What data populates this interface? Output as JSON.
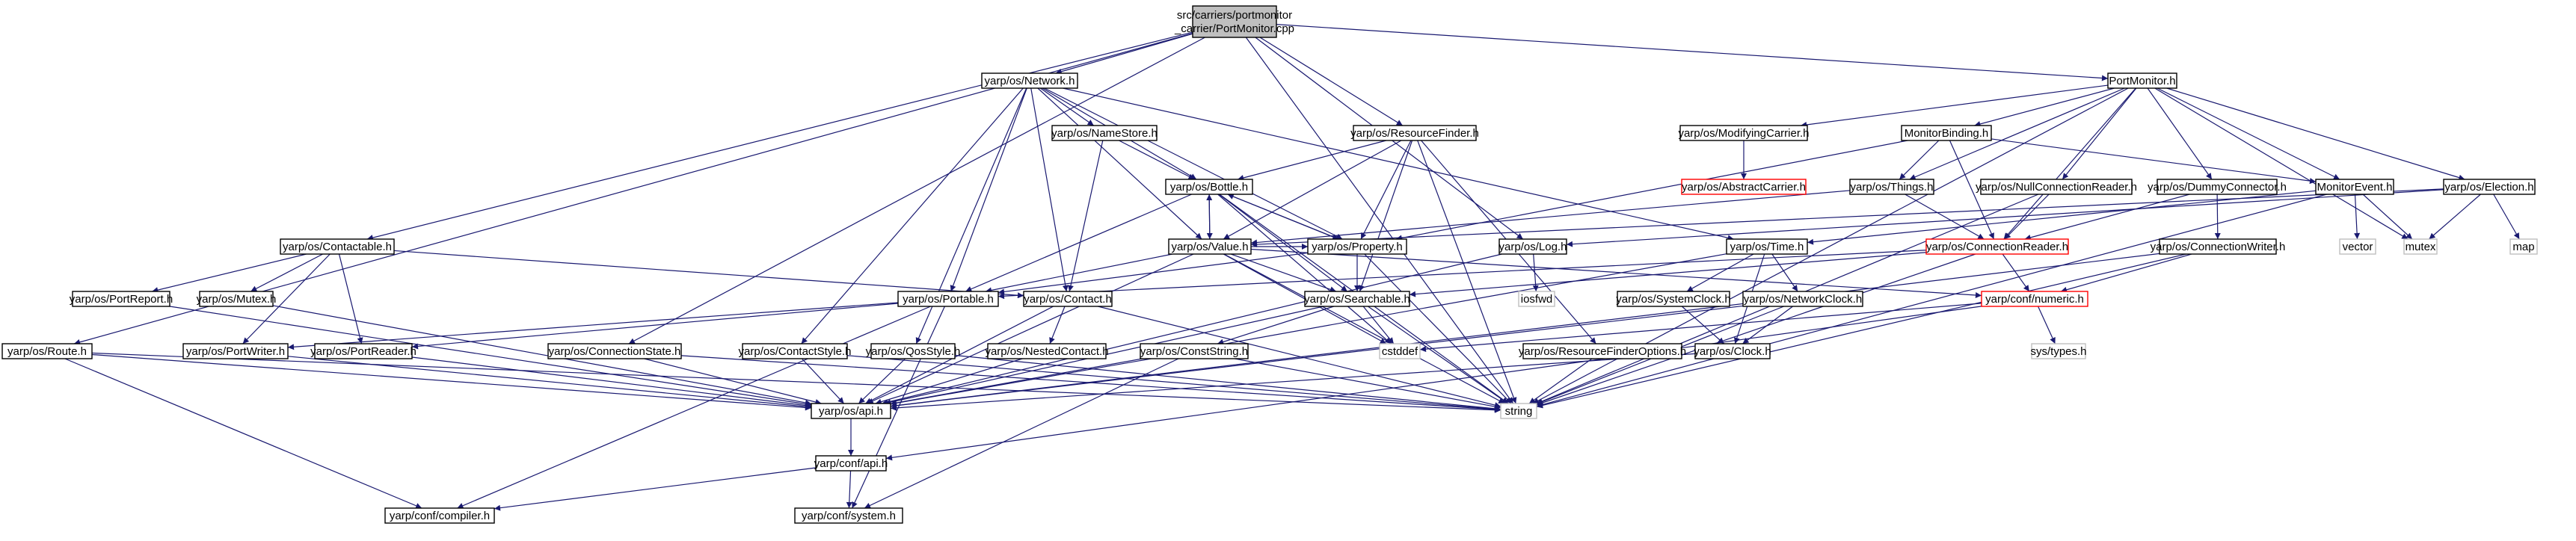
{
  "colors": {
    "edge": "#191970",
    "box_border": "#000000",
    "box_fill": "#ffffff",
    "root_fill": "#bfbfbf",
    "missing_border": "#ff0000",
    "external_border": "#bfbfbf"
  },
  "nodes": [
    {
      "id": "root",
      "lines": [
        "src/carriers/portmonitor",
        "_carrier/PortMonitor.cpp"
      ],
      "style": "root"
    },
    {
      "id": "network",
      "lines": [
        "yarp/os/Network.h"
      ],
      "style": "normal"
    },
    {
      "id": "portmonitor",
      "lines": [
        "PortMonitor.h"
      ],
      "style": "normal"
    },
    {
      "id": "namestore",
      "lines": [
        "yarp/os/NameStore.h"
      ],
      "style": "normal"
    },
    {
      "id": "resourcefinder",
      "lines": [
        "yarp/os/ResourceFinder.h"
      ],
      "style": "normal"
    },
    {
      "id": "modifyingcarrier",
      "lines": [
        "yarp/os/ModifyingCarrier.h"
      ],
      "style": "normal"
    },
    {
      "id": "monitorbinding",
      "lines": [
        "MonitorBinding.h"
      ],
      "style": "normal"
    },
    {
      "id": "abstractcarrier",
      "lines": [
        "yarp/os/AbstractCarrier.h"
      ],
      "style": "missing"
    },
    {
      "id": "things",
      "lines": [
        "yarp/os/Things.h"
      ],
      "style": "normal"
    },
    {
      "id": "nullconnreader",
      "lines": [
        "yarp/os/NullConnectionReader.h"
      ],
      "style": "normal"
    },
    {
      "id": "dummyconnector",
      "lines": [
        "yarp/os/DummyConnector.h"
      ],
      "style": "normal"
    },
    {
      "id": "monitorevent",
      "lines": [
        "MonitorEvent.h"
      ],
      "style": "normal"
    },
    {
      "id": "election",
      "lines": [
        "yarp/os/Election.h"
      ],
      "style": "normal"
    },
    {
      "id": "bottle",
      "lines": [
        "yarp/os/Bottle.h"
      ],
      "style": "normal"
    },
    {
      "id": "value",
      "lines": [
        "yarp/os/Value.h"
      ],
      "style": "normal"
    },
    {
      "id": "property",
      "lines": [
        "yarp/os/Property.h"
      ],
      "style": "normal"
    },
    {
      "id": "log",
      "lines": [
        "yarp/os/Log.h"
      ],
      "style": "normal"
    },
    {
      "id": "time",
      "lines": [
        "yarp/os/Time.h"
      ],
      "style": "normal"
    },
    {
      "id": "connreader",
      "lines": [
        "yarp/os/ConnectionReader.h"
      ],
      "style": "missing"
    },
    {
      "id": "connwriter",
      "lines": [
        "yarp/os/ConnectionWriter.h"
      ],
      "style": "normal"
    },
    {
      "id": "vector",
      "lines": [
        "vector"
      ],
      "style": "external"
    },
    {
      "id": "mutexstd",
      "lines": [
        "mutex"
      ],
      "style": "external"
    },
    {
      "id": "map",
      "lines": [
        "map"
      ],
      "style": "external"
    },
    {
      "id": "contactable",
      "lines": [
        "yarp/os/Contactable.h"
      ],
      "style": "normal"
    },
    {
      "id": "portreport",
      "lines": [
        "yarp/os/PortReport.h"
      ],
      "style": "normal"
    },
    {
      "id": "mutex",
      "lines": [
        "yarp/os/Mutex.h"
      ],
      "style": "normal"
    },
    {
      "id": "portable",
      "lines": [
        "yarp/os/Portable.h"
      ],
      "style": "normal"
    },
    {
      "id": "contact",
      "lines": [
        "yarp/os/Contact.h"
      ],
      "style": "normal"
    },
    {
      "id": "searchable",
      "lines": [
        "yarp/os/Searchable.h"
      ],
      "style": "normal"
    },
    {
      "id": "iosfwd",
      "lines": [
        "iosfwd"
      ],
      "style": "external"
    },
    {
      "id": "systemclock",
      "lines": [
        "yarp/os/SystemClock.h"
      ],
      "style": "normal"
    },
    {
      "id": "networkclock",
      "lines": [
        "yarp/os/NetworkClock.h"
      ],
      "style": "normal"
    },
    {
      "id": "numeric",
      "lines": [
        "yarp/conf/numeric.h"
      ],
      "style": "missing"
    },
    {
      "id": "route",
      "lines": [
        "yarp/os/Route.h"
      ],
      "style": "normal"
    },
    {
      "id": "portwriter",
      "lines": [
        "yarp/os/PortWriter.h"
      ],
      "style": "normal"
    },
    {
      "id": "portreader",
      "lines": [
        "yarp/os/PortReader.h"
      ],
      "style": "normal"
    },
    {
      "id": "connstate",
      "lines": [
        "yarp/os/ConnectionState.h"
      ],
      "style": "normal"
    },
    {
      "id": "contactstyle",
      "lines": [
        "yarp/os/ContactStyle.h"
      ],
      "style": "normal"
    },
    {
      "id": "qosstyle",
      "lines": [
        "yarp/os/QosStyle.h"
      ],
      "style": "normal"
    },
    {
      "id": "nestedcontact",
      "lines": [
        "yarp/os/NestedContact.h"
      ],
      "style": "normal"
    },
    {
      "id": "conststring",
      "lines": [
        "yarp/os/ConstString.h"
      ],
      "style": "normal"
    },
    {
      "id": "cstddef",
      "lines": [
        "cstddef"
      ],
      "style": "external"
    },
    {
      "id": "rfoptions",
      "lines": [
        "yarp/os/ResourceFinderOptions.h"
      ],
      "style": "normal"
    },
    {
      "id": "clock",
      "lines": [
        "yarp/os/Clock.h"
      ],
      "style": "normal"
    },
    {
      "id": "systypes",
      "lines": [
        "sys/types.h"
      ],
      "style": "external"
    },
    {
      "id": "api",
      "lines": [
        "yarp/os/api.h"
      ],
      "style": "normal"
    },
    {
      "id": "string",
      "lines": [
        "string"
      ],
      "style": "external"
    },
    {
      "id": "confapi",
      "lines": [
        "yarp/conf/api.h"
      ],
      "style": "normal"
    },
    {
      "id": "compiler",
      "lines": [
        "yarp/conf/compiler.h"
      ],
      "style": "normal"
    },
    {
      "id": "system",
      "lines": [
        "yarp/conf/system.h"
      ],
      "style": "normal"
    }
  ],
  "edges": [
    [
      "root",
      "network"
    ],
    [
      "root",
      "portmonitor"
    ],
    [
      "root",
      "resourcefinder"
    ],
    [
      "root",
      "log"
    ],
    [
      "root",
      "contactable"
    ],
    [
      "root",
      "route"
    ],
    [
      "root",
      "connstate"
    ],
    [
      "root",
      "string"
    ],
    [
      "network",
      "namestore"
    ],
    [
      "network",
      "bottle"
    ],
    [
      "network",
      "value"
    ],
    [
      "network",
      "property"
    ],
    [
      "network",
      "portable"
    ],
    [
      "network",
      "contact"
    ],
    [
      "network",
      "contactstyle"
    ],
    [
      "network",
      "qosstyle"
    ],
    [
      "network",
      "time"
    ],
    [
      "portmonitor",
      "modifyingcarrier"
    ],
    [
      "portmonitor",
      "monitorbinding"
    ],
    [
      "portmonitor",
      "things"
    ],
    [
      "portmonitor",
      "nullconnreader"
    ],
    [
      "portmonitor",
      "dummyconnector"
    ],
    [
      "portmonitor",
      "monitorevent"
    ],
    [
      "portmonitor",
      "election"
    ],
    [
      "portmonitor",
      "connreader"
    ],
    [
      "portmonitor",
      "mutexstd"
    ],
    [
      "portmonitor",
      "string"
    ],
    [
      "namestore",
      "contact"
    ],
    [
      "namestore",
      "bottle"
    ],
    [
      "resourcefinder",
      "bottle"
    ],
    [
      "resourcefinder",
      "value"
    ],
    [
      "resourcefinder",
      "property"
    ],
    [
      "resourcefinder",
      "searchable"
    ],
    [
      "resourcefinder",
      "rfoptions"
    ],
    [
      "resourcefinder",
      "string"
    ],
    [
      "modifyingcarrier",
      "abstractcarrier"
    ],
    [
      "monitorbinding",
      "things"
    ],
    [
      "monitorbinding",
      "property"
    ],
    [
      "monitorbinding",
      "connreader"
    ],
    [
      "monitorbinding",
      "monitorevent"
    ],
    [
      "things",
      "value"
    ],
    [
      "things",
      "connreader"
    ],
    [
      "nullconnreader",
      "connreader"
    ],
    [
      "nullconnreader",
      "string"
    ],
    [
      "dummyconnector",
      "connwriter"
    ],
    [
      "dummyconnector",
      "connreader"
    ],
    [
      "monitorevent",
      "vector"
    ],
    [
      "monitorevent",
      "mutexstd"
    ],
    [
      "monitorevent",
      "time"
    ],
    [
      "monitorevent",
      "string"
    ],
    [
      "election",
      "mutexstd"
    ],
    [
      "election",
      "map"
    ],
    [
      "election",
      "log"
    ],
    [
      "election",
      "value"
    ],
    [
      "bottle",
      "value"
    ],
    [
      "bottle",
      "property"
    ],
    [
      "bottle",
      "portable"
    ],
    [
      "bottle",
      "searchable"
    ],
    [
      "bottle",
      "string"
    ],
    [
      "bottle",
      "cstddef"
    ],
    [
      "value",
      "bottle"
    ],
    [
      "value",
      "property"
    ],
    [
      "value",
      "portable"
    ],
    [
      "value",
      "searchable"
    ],
    [
      "value",
      "numeric"
    ],
    [
      "value",
      "api"
    ],
    [
      "value",
      "string"
    ],
    [
      "value",
      "cstddef"
    ],
    [
      "property",
      "bottle"
    ],
    [
      "property",
      "portable"
    ],
    [
      "property",
      "searchable"
    ],
    [
      "property",
      "string"
    ],
    [
      "log",
      "iosfwd"
    ],
    [
      "log",
      "api"
    ],
    [
      "time",
      "systemclock"
    ],
    [
      "time",
      "networkclock"
    ],
    [
      "time",
      "clock"
    ],
    [
      "time",
      "api"
    ],
    [
      "connreader",
      "searchable"
    ],
    [
      "connreader",
      "portable"
    ],
    [
      "connreader",
      "numeric"
    ],
    [
      "connreader",
      "string"
    ],
    [
      "connwriter",
      "numeric"
    ],
    [
      "connwriter",
      "api"
    ],
    [
      "connwriter",
      "string"
    ],
    [
      "contactable",
      "portreport"
    ],
    [
      "contactable",
      "mutex"
    ],
    [
      "contactable",
      "portwriter"
    ],
    [
      "contactable",
      "portreader"
    ],
    [
      "contactable",
      "contact"
    ],
    [
      "portreport",
      "api"
    ],
    [
      "mutex",
      "api"
    ],
    [
      "portable",
      "portwriter"
    ],
    [
      "portable",
      "portreader"
    ],
    [
      "portable",
      "compiler"
    ],
    [
      "portable",
      "system"
    ],
    [
      "contact",
      "nestedcontact"
    ],
    [
      "contact",
      "api"
    ],
    [
      "contact",
      "string"
    ],
    [
      "searchable",
      "conststring"
    ],
    [
      "searchable",
      "api"
    ],
    [
      "searchable",
      "string"
    ],
    [
      "searchable",
      "cstddef"
    ],
    [
      "systemclock",
      "clock"
    ],
    [
      "networkclock",
      "clock"
    ],
    [
      "networkclock",
      "api"
    ],
    [
      "networkclock",
      "string"
    ],
    [
      "numeric",
      "systypes"
    ],
    [
      "numeric",
      "cstddef"
    ],
    [
      "numeric",
      "confapi"
    ],
    [
      "route",
      "api"
    ],
    [
      "route",
      "compiler"
    ],
    [
      "route",
      "string"
    ],
    [
      "portwriter",
      "api"
    ],
    [
      "portreader",
      "api"
    ],
    [
      "connstate",
      "api"
    ],
    [
      "connstate",
      "string"
    ],
    [
      "contactstyle",
      "api"
    ],
    [
      "contactstyle",
      "string"
    ],
    [
      "qosstyle",
      "api"
    ],
    [
      "qosstyle",
      "string"
    ],
    [
      "nestedcontact",
      "api"
    ],
    [
      "conststring",
      "api"
    ],
    [
      "conststring",
      "string"
    ],
    [
      "conststring",
      "system"
    ],
    [
      "rfoptions",
      "string"
    ],
    [
      "clock",
      "api"
    ],
    [
      "api",
      "confapi"
    ],
    [
      "confapi",
      "compiler"
    ],
    [
      "confapi",
      "system"
    ]
  ]
}
